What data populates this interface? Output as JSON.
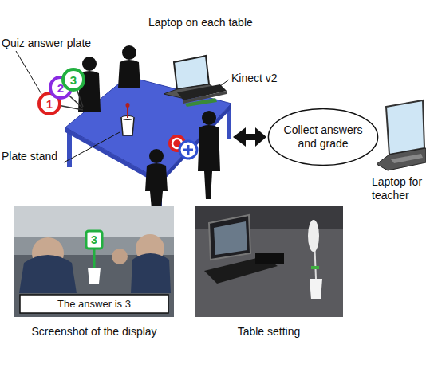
{
  "diagram": {
    "nodes": [
      {
        "text": [
          "Collect answers and grade"
        ]
      },
      {
        "text": [
          "The answer is 3"
        ]
      }
    ],
    "labels": [
      "Quiz answer plate",
      "Laptop on each table",
      "Kinect v2",
      "Plate stand",
      "1",
      "2",
      "3",
      "Laptop for teacher",
      "Screenshot of the display",
      "Table setting",
      "3"
    ]
  }
}
